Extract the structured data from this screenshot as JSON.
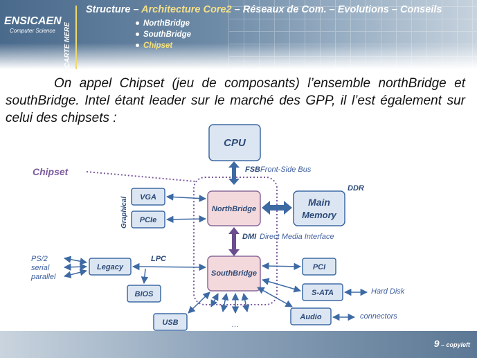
{
  "header": {
    "school": "ENSICAEN",
    "department": "Computer Science",
    "vertical_tab": "CARTE MERE",
    "breadcrumb": {
      "item1": "Structure",
      "sep1": " – ",
      "item2": "Architecture Core2",
      "sep2": " – ",
      "item3": "Réseaux de Com.",
      "sep3": " – ",
      "item4": "Evolutions",
      "sep4": " – ",
      "item5": "Conseils"
    },
    "submenu": [
      "NorthBridge",
      "SouthBridge",
      "Chipset"
    ]
  },
  "body": {
    "text": "On appel Chipset (jeu de composants) l’ensemble northBridge et southBridge. Intel étant leader sur le marché des GPP, il l’est également sur celui des chipsets :"
  },
  "diagram": {
    "chipset_label": "Chipset",
    "cpu": "CPU",
    "fsb": "FSB",
    "fsb_desc": "Front-Side Bus",
    "vga": "VGA",
    "pcie": "PCIe",
    "graphical": "Graphical",
    "northbridge": "NorthBridge",
    "ddr": "DDR",
    "main_memory_1": "Main",
    "main_memory_2": "Memory",
    "dmi": "DMI",
    "dmi_desc": "Direct Media Interface",
    "ps2": "PS/2",
    "serial": "serial",
    "parallel": "parallel",
    "legacy": "Legacy",
    "lpc": "LPC",
    "southbridge": "SouthBridge",
    "pci": "PCI",
    "bios": "BIOS",
    "sata": "S-ATA",
    "hard_disk": "Hard Disk",
    "usb": "USB",
    "ellipsis": "…",
    "audio": "Audio",
    "connectors": "connectors",
    "colors": {
      "box_fill": "#dce6f2",
      "box_stroke": "#3e6aa4",
      "bridge_fill": "#f4d9dc",
      "bridge_stroke": "#8a6a9a",
      "arrow": "#3e6aa4",
      "dmi_arrow": "#6b4d8f",
      "chipset": "#7b5a9c"
    }
  },
  "footer": {
    "page": "9",
    "suffix": " – copyleft"
  }
}
